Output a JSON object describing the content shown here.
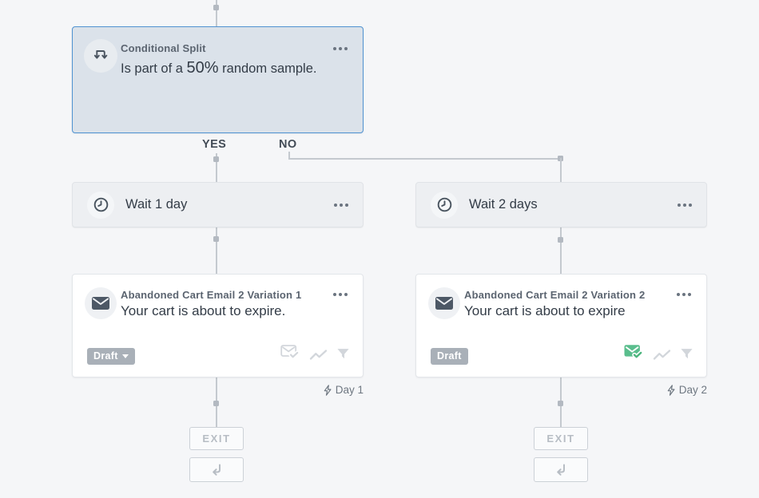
{
  "split": {
    "title": "Conditional Split",
    "desc_prefix": "Is part of a ",
    "desc_highlight": "50%",
    "desc_suffix": " random sample."
  },
  "branches": {
    "yes": "YES",
    "no": "NO"
  },
  "columns": [
    {
      "wait_label": "Wait 1 day",
      "email_title": "Abandoned Cart Email 2 Variation 1",
      "email_subject": "Your cart is about to expire.",
      "status": "Draft",
      "day_label": "Day 1",
      "exit_label": "EXIT"
    },
    {
      "wait_label": "Wait 2 days",
      "email_title": "Abandoned Cart Email 2 Variation 2",
      "email_subject": "Your cart is about to expire",
      "status": "Draft",
      "day_label": "Day 2",
      "exit_label": "EXIT"
    }
  ],
  "colors": {
    "selected_border": "#4f92d1",
    "selected_bg": "#dbe2ea",
    "wait_bg": "#edeff2",
    "connector": "#c4c9cf",
    "status_green": "#5abe8d",
    "inactive_icon": "#d2d6db"
  }
}
